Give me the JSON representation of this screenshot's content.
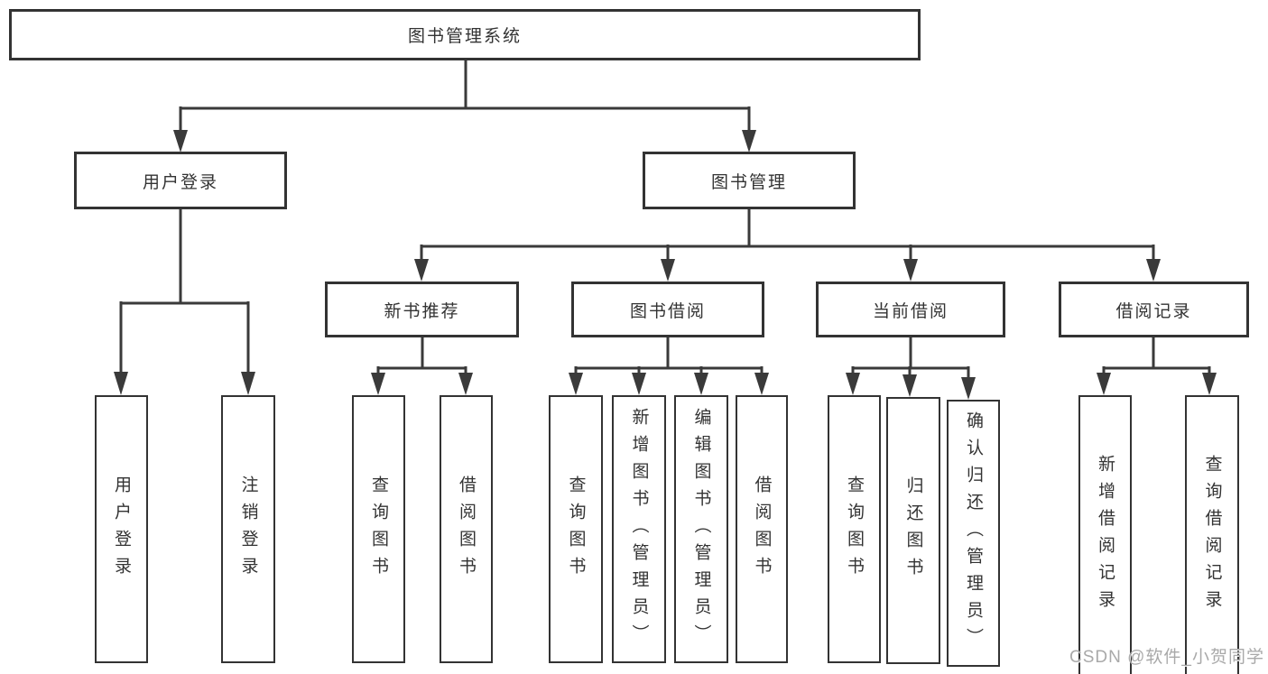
{
  "diagram": {
    "title": "图书管理系统",
    "root": {
      "label": "图书管理系统"
    },
    "branches": [
      {
        "label": "用户登录",
        "children": [
          {
            "label": "用户登录"
          },
          {
            "label": "注销登录"
          }
        ]
      },
      {
        "label": "图书管理",
        "children": [
          {
            "label": "新书推荐",
            "children": [
              {
                "label": "查询图书"
              },
              {
                "label": "借阅图书"
              }
            ]
          },
          {
            "label": "图书借阅",
            "children": [
              {
                "label": "查询图书"
              },
              {
                "label": "新增图书（管理员）"
              },
              {
                "label": "编辑图书（管理员）"
              },
              {
                "label": "借阅图书"
              }
            ]
          },
          {
            "label": "当前借阅",
            "children": [
              {
                "label": "查询图书"
              },
              {
                "label": "归还图书"
              },
              {
                "label": "确认归还（管理员）"
              }
            ]
          },
          {
            "label": "借阅记录",
            "children": [
              {
                "label": "新增借阅记录"
              },
              {
                "label": "查询借阅记录"
              }
            ]
          }
        ]
      }
    ]
  },
  "watermark": {
    "text": "CSDN @软件_小贺同学"
  },
  "colors": {
    "line": "#3a3a3a",
    "border": "#333333",
    "text": "#333333",
    "watermark": "#a9a9a9",
    "background": "#ffffff"
  }
}
